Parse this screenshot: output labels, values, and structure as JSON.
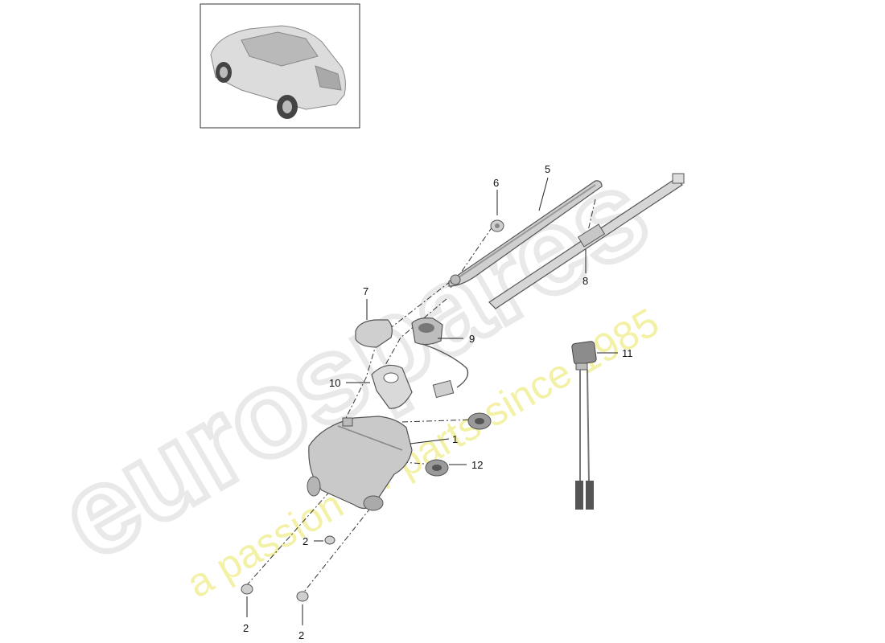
{
  "watermark": {
    "brand": "eurospares",
    "tagline": "a passion for parts since 1985"
  },
  "callouts": [
    {
      "id": "c1",
      "label": "1"
    },
    {
      "id": "c2a",
      "label": "2"
    },
    {
      "id": "c2b",
      "label": "2"
    },
    {
      "id": "c2c",
      "label": "2"
    },
    {
      "id": "c5",
      "label": "5"
    },
    {
      "id": "c6",
      "label": "6"
    },
    {
      "id": "c7",
      "label": "7"
    },
    {
      "id": "c8",
      "label": "8"
    },
    {
      "id": "c9",
      "label": "9"
    },
    {
      "id": "c10",
      "label": "10"
    },
    {
      "id": "c11",
      "label": "11"
    },
    {
      "id": "c12",
      "label": "12"
    }
  ],
  "colors": {
    "watermark_outline": "#e9e9e9",
    "watermark_tagline": "#f3f1a6",
    "part_fill": "#d8d8d8",
    "part_dark": "#8a8a8a"
  }
}
